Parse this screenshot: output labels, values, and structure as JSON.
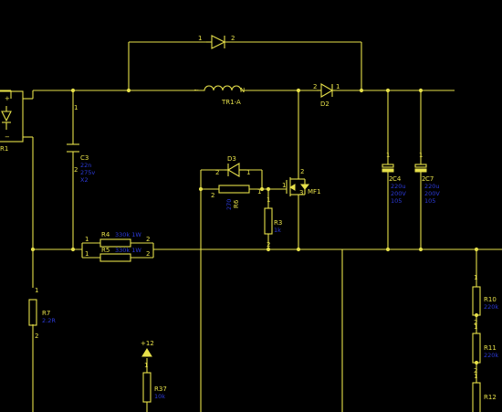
{
  "colors": {
    "background": "#000000",
    "wire": "#e6e04a",
    "value_text": "#2c3ad8"
  },
  "components": {
    "d_top": {
      "ref": "",
      "pin1": "1",
      "pin2": "2"
    },
    "tr1": {
      "ref": "TR1-A",
      "pin_left": "~",
      "pin_right": "N"
    },
    "d2": {
      "ref": "D2",
      "pin2": "2",
      "pin1": "1"
    },
    "r1": {
      "ref": "R1"
    },
    "c3": {
      "ref": "C3",
      "pin1": "1",
      "pin2": "2",
      "values": [
        "22n",
        "275v",
        "X2"
      ]
    },
    "d3": {
      "ref": "D3",
      "pin2": "2",
      "pin1": "1"
    },
    "r6": {
      "ref": "R6",
      "pin2": "2",
      "pin1": "1",
      "value": "270"
    },
    "mf1": {
      "ref": "MF1",
      "pin2": "2",
      "pin1": "1",
      "pin3": "3"
    },
    "r3": {
      "ref": "R3",
      "pin1": "1",
      "pin2": "2",
      "value": "1k"
    },
    "c4": {
      "ref": "C4",
      "pin1": "1",
      "pin2": "2",
      "values": [
        "220u",
        "200V",
        "105"
      ]
    },
    "c7": {
      "ref": "C7",
      "pin1": "1",
      "pin2": "2",
      "values": [
        "220u",
        "200V",
        "105"
      ]
    },
    "r4": {
      "ref": "R4",
      "pin1": "1",
      "pin2": "2",
      "value": "330k 1W"
    },
    "r5": {
      "ref": "R5",
      "pin1": "1",
      "pin2": "2",
      "value": "330k 1W"
    },
    "r7": {
      "ref": "R7",
      "pin1": "1",
      "pin2": "2",
      "value": "2.2R"
    },
    "r10": {
      "ref": "R10",
      "pin1": "1",
      "pin2": "2",
      "value": "220k"
    },
    "r11": {
      "ref": "R11",
      "pin1": "1",
      "pin2": "2",
      "value": "220k"
    },
    "r12": {
      "ref": "R12",
      "pin1": "1",
      "value": ""
    },
    "r37": {
      "ref": "R37",
      "pin1": "1",
      "value": "10k"
    },
    "power12": {
      "label": "+12"
    }
  }
}
